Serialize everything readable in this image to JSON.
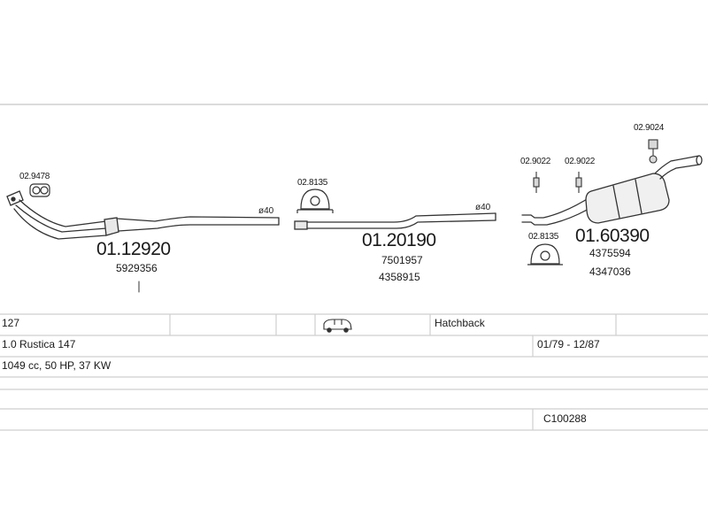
{
  "diagram": {
    "sections": [
      {
        "part_number": "01.12920",
        "oe_numbers": [
          "5929356"
        ],
        "accessories": [
          "02.9478"
        ],
        "pipe_diameter": "ø40"
      },
      {
        "part_number": "01.20190",
        "oe_numbers": [
          "7501957",
          "4358915"
        ],
        "accessories": [
          "02.8135"
        ],
        "pipe_diameter": "ø40"
      },
      {
        "part_number": "01.60390",
        "oe_numbers": [
          "4375594",
          "4347036"
        ],
        "accessories": [
          "02.9022",
          "02.9022",
          "02.9024",
          "02.8135"
        ]
      }
    ]
  },
  "vehicle": {
    "model": "127",
    "body_icon": "car-icon",
    "body_type": "Hatchback",
    "variant": "1.0 Rustica 147",
    "years": "01/79 - 12/87",
    "engine": "1049 cc, 50 HP, 37 KW",
    "code": "C100288"
  },
  "colors": {
    "line": "#333333",
    "grid": "#cfcfcf"
  }
}
